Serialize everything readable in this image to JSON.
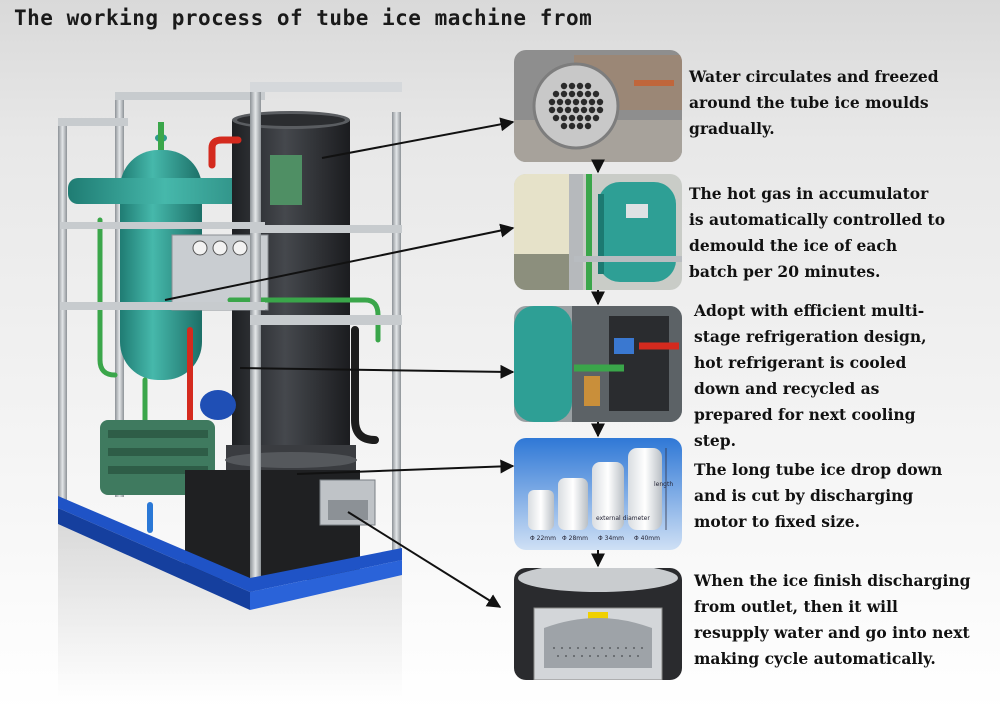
{
  "title": "The working process of tube ice machine from",
  "steps": [
    {
      "text": "Water circulates  and freezed around the tube ice moulds gradually."
    },
    {
      "text": "The hot gas in accumulator is automatically controlled to demould the ice of each batch per 20 minutes."
    },
    {
      "text": "Adopt with efficient multi-stage refrigeration design, hot refrigerant is cooled down and recycled as prepared for next cooling step."
    },
    {
      "text": "The long tube ice drop down and is cut by discharging motor to fixed size."
    },
    {
      "text": "When the ice finish discharging from outlet, then it will resupply water and go into next making cycle automatically."
    }
  ],
  "ice_photo": {
    "dimension_labels": [
      "external diameter",
      "length"
    ],
    "size_labels": [
      "Φ 22mm",
      "Φ 28mm",
      "Φ 34mm",
      "Φ 40mm"
    ]
  },
  "colors": {
    "frame": "#b9bec3",
    "tower": "#2b2d30",
    "tank": "#2f9b8f",
    "base": "#1f53c6",
    "pipe_green": "#3aa64a",
    "pipe_red": "#d42a1e",
    "arrow": "#111111"
  }
}
